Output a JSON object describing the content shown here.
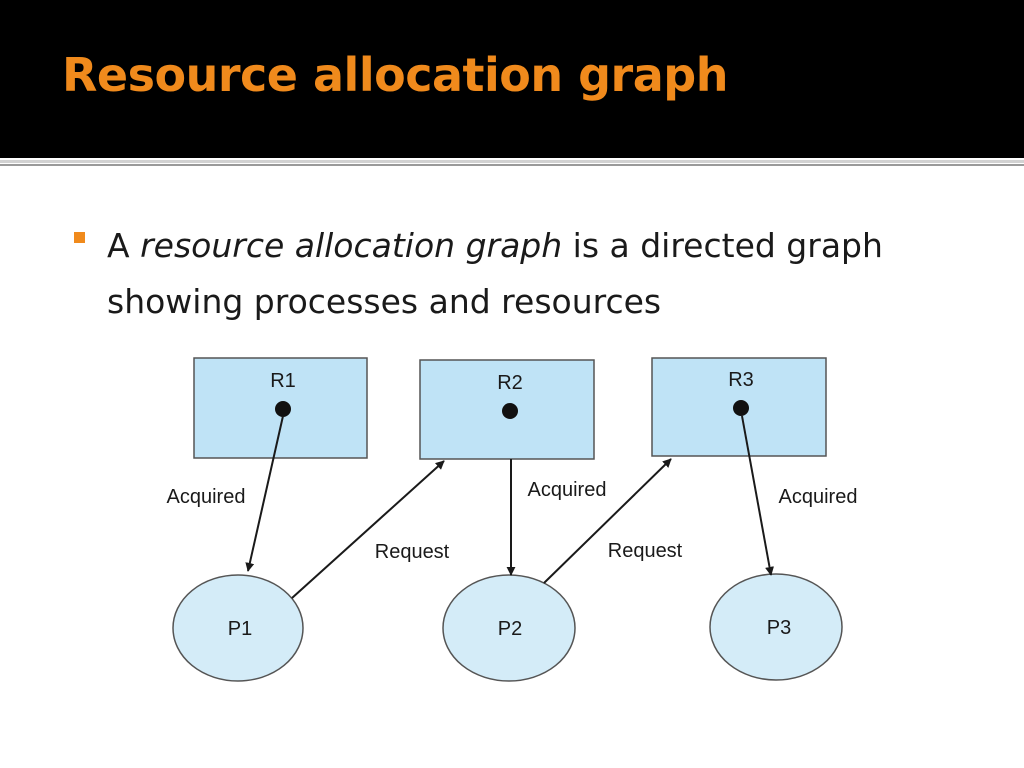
{
  "slide": {
    "title": "Resource allocation graph",
    "title_color": "#f08a1c",
    "header_background": "#000000",
    "bullet_color": "#f08a1c",
    "bullet": {
      "part1": "A ",
      "emphasis": "resource allocation graph",
      "part2": " is a directed graph showing processes and resources"
    }
  },
  "diagram": {
    "resource_fill": "#bfe3f6",
    "process_fill": "#d4ecf8",
    "resources": [
      {
        "label": "R1"
      },
      {
        "label": "R2"
      },
      {
        "label": "R3"
      }
    ],
    "processes": [
      {
        "label": "P1"
      },
      {
        "label": "P2"
      },
      {
        "label": "P3"
      }
    ],
    "edges": [
      {
        "from": "R1",
        "to": "P1",
        "label": "Acquired"
      },
      {
        "from": "P1",
        "to": "R2",
        "label": "Request"
      },
      {
        "from": "R2",
        "to": "P2",
        "label": "Acquired"
      },
      {
        "from": "P2",
        "to": "R3",
        "label": "Request"
      },
      {
        "from": "R3",
        "to": "P3",
        "label": "Acquired"
      }
    ]
  }
}
